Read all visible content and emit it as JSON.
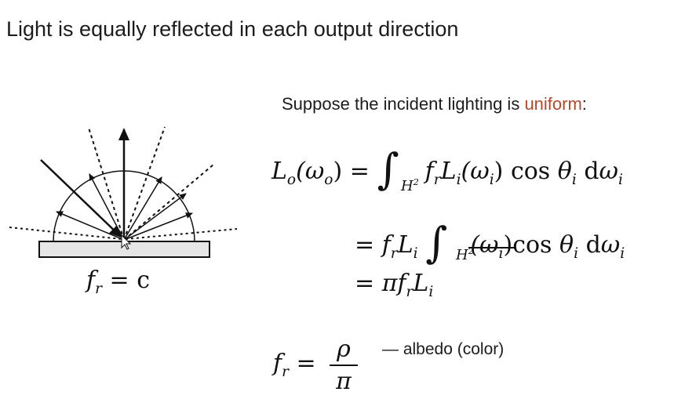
{
  "slide": {
    "title": "Light is equally reflected in each output direction",
    "intro_prefix": "Suppose the incident lighting is ",
    "intro_highlight": "uniform",
    "intro_suffix": ":",
    "highlight_color": "#b04a2c"
  },
  "diagram": {
    "label_f": "f",
    "label_sub": "r",
    "label_eq": " = c"
  },
  "equations": {
    "line1_lhs_L": "L",
    "line1_lhs_sub": "o",
    "line1_lhs_arg": "(ω",
    "line1_lhs_arg_sub": "o",
    "line1_lhs_close": ") =",
    "line1_rhs_f": "f",
    "line1_rhs_f_sub": "r",
    "line1_rhs_L": "L",
    "line1_rhs_L_sub": "i",
    "line1_rhs_arg": "(ω",
    "line1_rhs_arg_sub": "i",
    "line1_rhs_close": ")",
    "cos": "cos",
    "theta": "θ",
    "theta_sub": "i",
    "d": "d",
    "omega": "ω",
    "omega_sub": "i",
    "integral_lower": "H",
    "integral_lower_sup": "2",
    "line2_eq": "=",
    "line2_f": "f",
    "line2_f_sub": "r",
    "line2_L": "L",
    "line2_L_sub": "i",
    "line2_struck": "(ω",
    "line2_struck_sub": "i",
    "line2_struck_close": ")",
    "line3_eq": "=",
    "line3_pi": "π",
    "line3_f": "f",
    "line3_f_sub": "r",
    "line3_L": "L",
    "line3_L_sub": "i"
  },
  "albedo": {
    "lhs_f": "f",
    "lhs_sub": "r",
    "lhs_eq": "=",
    "numerator": "ρ",
    "denominator": "π",
    "note": "— albedo (color)"
  },
  "colors": {
    "ink": "#111111",
    "surface_fill": "#e6e6e6"
  },
  "icons": [
    "cursor-arrow-icon"
  ]
}
